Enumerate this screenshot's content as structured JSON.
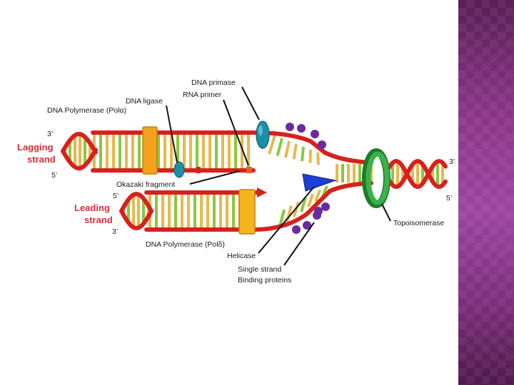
{
  "labels": {
    "dna_primase": "DNA primase",
    "rna_primer": "RNA primer",
    "dna_ligase": "DNA ligase",
    "dna_polymerase_alpha": "DNA Polymerase (Polα)",
    "okazaki_fragment": "Okazaki fragment",
    "dna_polymerase_delta": "DNA Polymerase (Polδ)",
    "helicase": "Helicase",
    "ssb_line1": "Single strand",
    "ssb_line2": "Binding proteins",
    "topoisomerase": "Topoisomerase",
    "lagging_line1": "Lagging",
    "lagging_line2": "strand",
    "leading_line1": "Leading",
    "leading_line2": "strand"
  },
  "ends": {
    "lag_top": "3’",
    "lag_bottom": "5’",
    "lead_top": "5’",
    "lead_bottom": "3’",
    "right_top": "3’",
    "right_bottom": "5’"
  },
  "colors": {
    "backbone": "#d8201c",
    "rung_yellow": "#e8b84a",
    "rung_green": "#8cc63f",
    "polymerase": "#f2a21c",
    "primase": "#1b8fa8",
    "ligase": "#1b8fa8",
    "ssb": "#6a2ba0",
    "helicase": "#1c3fd6",
    "topoisomerase": "#2e9d3a",
    "strand_label": "#d0323a",
    "side_band": "#8a3587"
  }
}
